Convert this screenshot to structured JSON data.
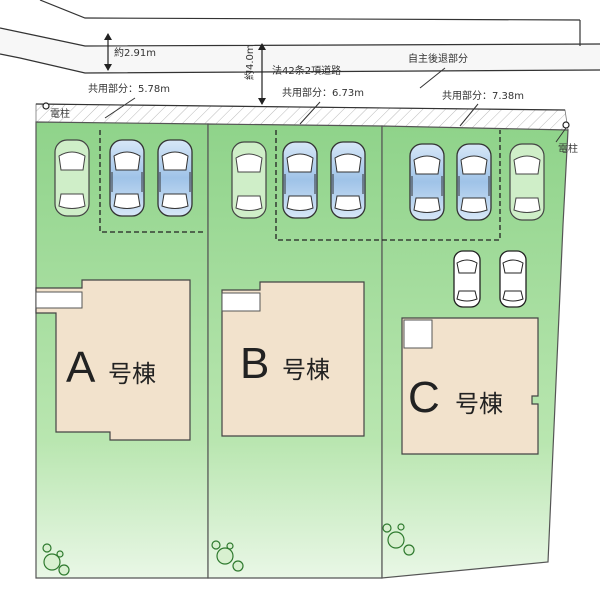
{
  "road": {
    "width_label": "約2.91m",
    "setback_width": "約4.0m",
    "road_type": "法42条2項道路",
    "setback_note": "自主後退部分"
  },
  "shared_parts": [
    {
      "label": "共用部分：5.78m"
    },
    {
      "label": "共用部分：6.73m"
    },
    {
      "label": "共用部分：7.38m"
    }
  ],
  "utility_pole_label": "電柱",
  "buildings": [
    {
      "letter": "A",
      "suffix": "号棟"
    },
    {
      "letter": "B",
      "suffix": "号棟"
    },
    {
      "letter": "C",
      "suffix": "号棟"
    }
  ],
  "colors": {
    "lot_green": "#8ed68a",
    "building": "#f2e2cc",
    "car_blue": "#9fc3e8"
  }
}
